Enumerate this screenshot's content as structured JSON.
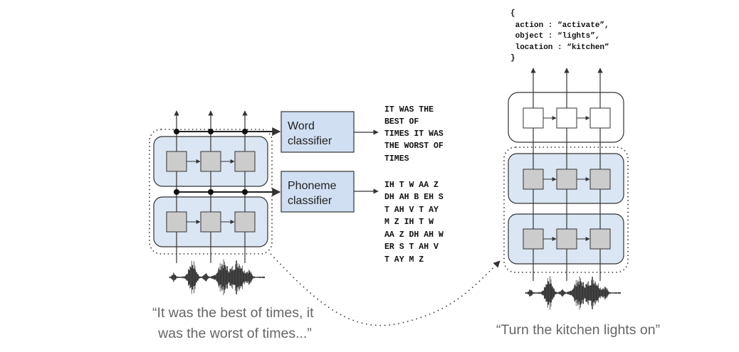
{
  "left": {
    "word_classifier": [
      "Word",
      "classifier"
    ],
    "phoneme_classifier": [
      "Phoneme",
      "classifier"
    ],
    "word_output": [
      "IT WAS THE",
      "BEST OF",
      "TIMES IT WAS",
      "THE WORST OF",
      "TIMES"
    ],
    "phoneme_output": [
      "IH T W AA Z",
      "DH AH B EH S",
      "T AH V T AY",
      "M Z IH T W",
      "AA Z DH AH W",
      "ER S T AH V",
      "T AY M Z"
    ],
    "caption": [
      "“It was the best of times, it",
      "was the worst of times...”"
    ]
  },
  "right": {
    "json_output": [
      "{",
      " action : “activate”,",
      " object : “lights”,",
      " location : “kitchen”",
      "}"
    ],
    "caption": "“Turn the kitchen lights on”"
  },
  "colors": {
    "layer_fill": "#dbe6f4",
    "cell_fill": "#cccccc",
    "classifier_fill": "#d0dff2",
    "line": "#333333"
  }
}
